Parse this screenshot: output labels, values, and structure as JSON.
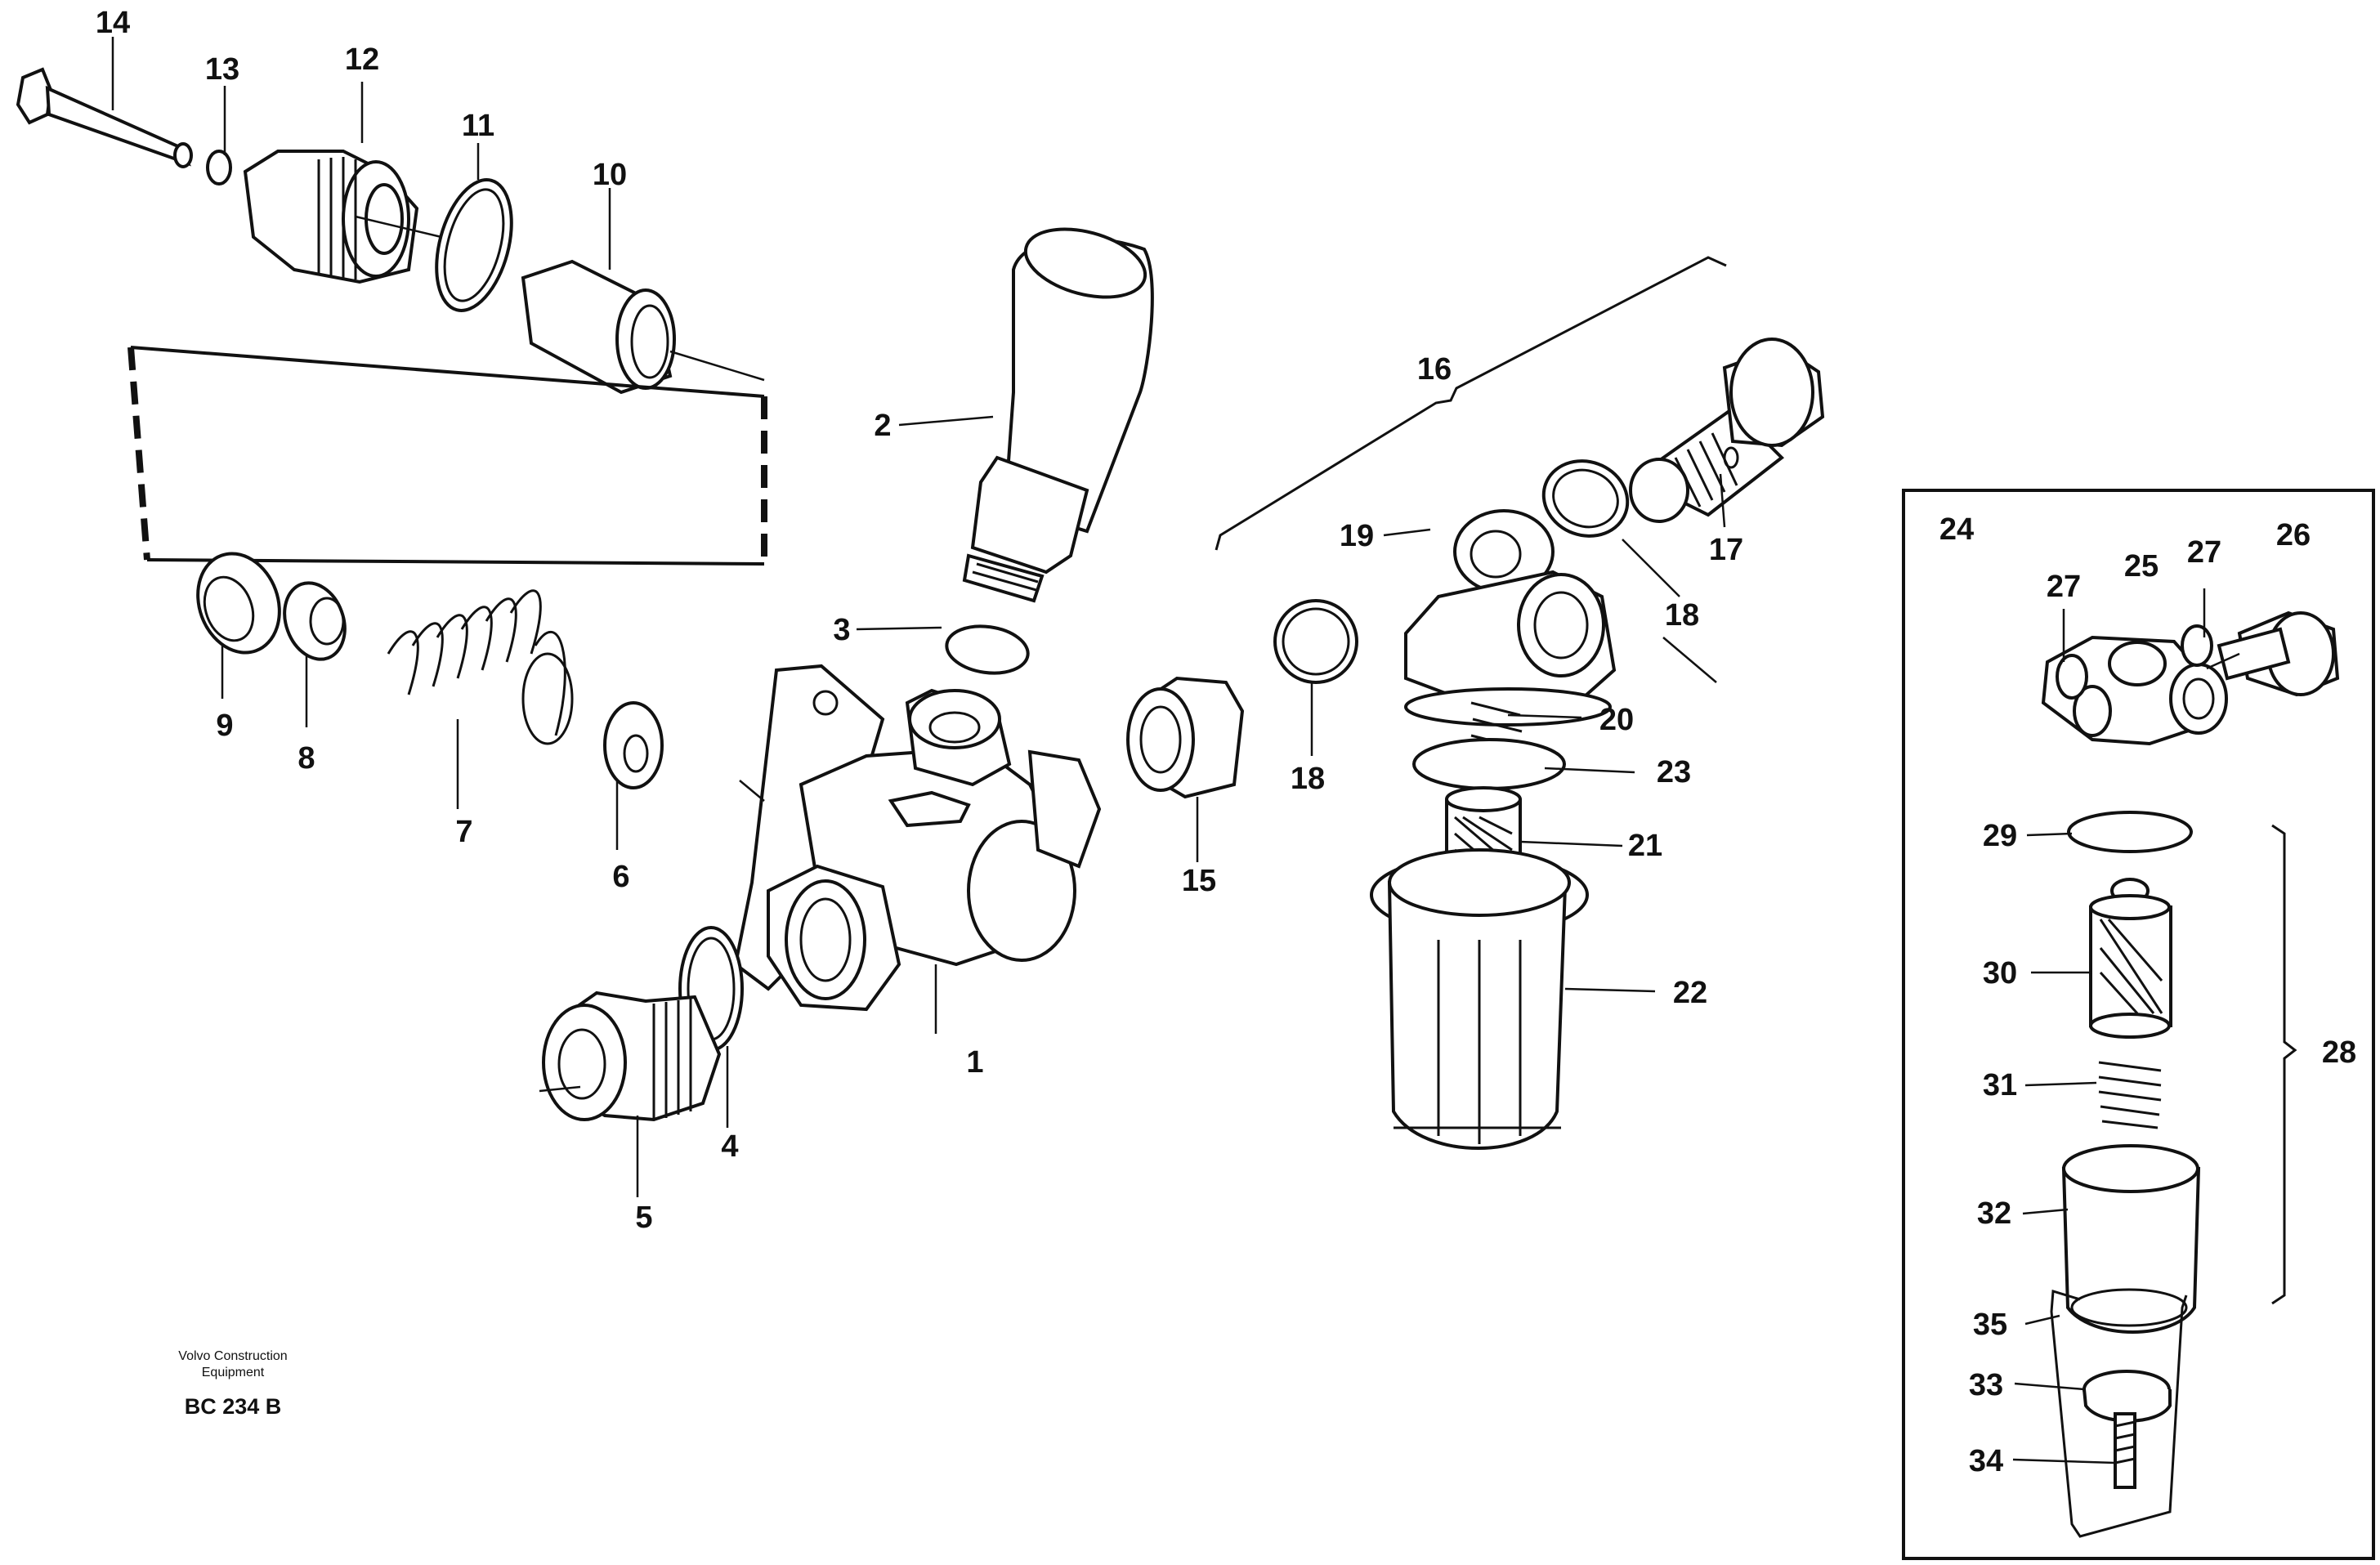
{
  "labels": {
    "p1": "1",
    "p2": "2",
    "p3": "3",
    "p4": "4",
    "p5": "5",
    "p6": "6",
    "p7": "7",
    "p8": "8",
    "p9": "9",
    "p10": "10",
    "p11": "11",
    "p12": "12",
    "p13": "13",
    "p14": "14",
    "p15": "15",
    "p16": "16",
    "p17": "17",
    "p18a": "18",
    "p18b": "18",
    "p19": "19",
    "p20": "20",
    "p21": "21",
    "p22": "22",
    "p23": "23",
    "p24": "24",
    "p25": "25",
    "p26": "26",
    "p27a": "27",
    "p27b": "27",
    "p28": "28",
    "p29": "29",
    "p30": "30",
    "p31": "31",
    "p32": "32",
    "p33": "33",
    "p34": "34",
    "p35": "35"
  },
  "caption": {
    "line1": "Volvo Construction",
    "line2": "Equipment",
    "code": "BC 234 B"
  }
}
